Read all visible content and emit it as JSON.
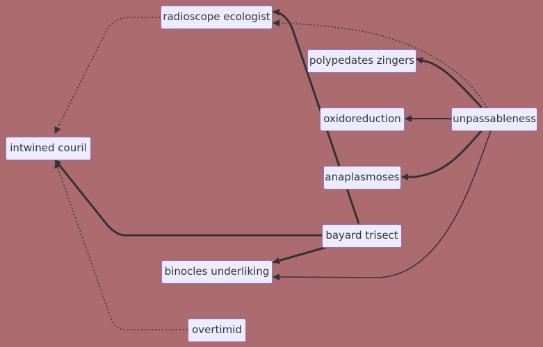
{
  "diagram": {
    "type": "flowchart",
    "background": "#ac6b6e",
    "node_fill": "#ececff",
    "node_border": "#9370db",
    "edge_color": "#333333",
    "nodes": {
      "radioscope_ecologist": "radioscope ecologist",
      "polypedates_zingers": "polypedates zingers",
      "oxidoreduction": "oxidoreduction",
      "unpassableness": "unpassableness",
      "intwined_couril": "intwined couril",
      "anaplasmoses": "anaplasmoses",
      "bayard_trisect": "bayard trisect",
      "binocles_underliking": "binocles underliking",
      "overtimid": "overtimid"
    },
    "edges": [
      {
        "from": "radioscope ecologist",
        "to": "intwined couril",
        "style": "dotted"
      },
      {
        "from": "unpassableness",
        "to": "radioscope ecologist",
        "style": "dotted"
      },
      {
        "from": "unpassableness",
        "to": "polypedates zingers",
        "style": "thick"
      },
      {
        "from": "unpassableness",
        "to": "oxidoreduction",
        "style": "normal"
      },
      {
        "from": "unpassableness",
        "to": "anaplasmoses",
        "style": "thick"
      },
      {
        "from": "unpassableness",
        "to": "binocles underliking",
        "style": "normal"
      },
      {
        "from": "bayard trisect",
        "to": "radioscope ecologist",
        "style": "thick"
      },
      {
        "from": "bayard trisect",
        "to": "intwined couril",
        "style": "thick"
      },
      {
        "from": "bayard trisect",
        "to": "binocles underliking",
        "style": "thick"
      },
      {
        "from": "overtimid",
        "to": "intwined couril",
        "style": "dotted"
      }
    ]
  }
}
